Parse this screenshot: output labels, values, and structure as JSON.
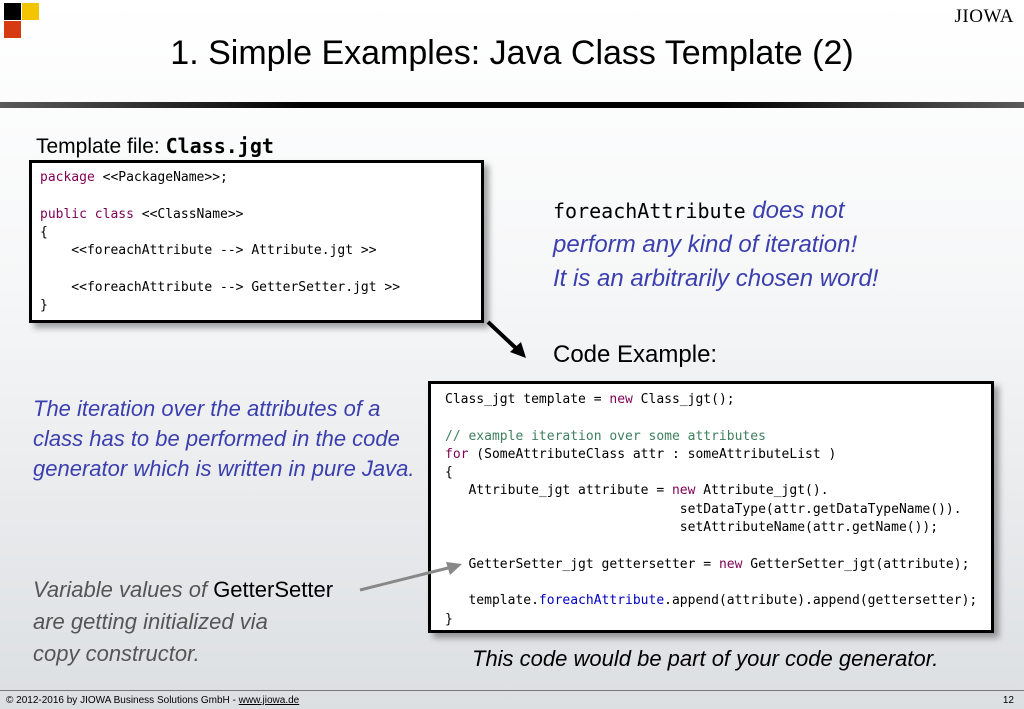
{
  "header": {
    "title": "1. Simple Examples:  Java Class Template (2)",
    "brand": "JIOWA",
    "logo_colors": [
      "#000000",
      "#f2c500",
      "#d63a12"
    ]
  },
  "template_section": {
    "label_prefix": "Template file: ",
    "file_name": "Class.jgt",
    "code_lines": [
      [
        {
          "t": "package",
          "c": "kw"
        },
        {
          "t": " <<PackageName>>;"
        }
      ],
      [
        {
          "t": ""
        }
      ],
      [
        {
          "t": "public class",
          "c": "kw"
        },
        {
          "t": " <<ClassName>>"
        }
      ],
      [
        {
          "t": "{"
        }
      ],
      [
        {
          "t": "    <<foreachAttribute --> Attribute.jgt >>"
        }
      ],
      [
        {
          "t": ""
        }
      ],
      [
        {
          "t": "    <<foreachAttribute --> GetterSetter.jgt >>"
        }
      ],
      [
        {
          "t": "}"
        }
      ]
    ]
  },
  "foreach_note": {
    "keyword": "foreachAttribute",
    "line1_rest": " does not",
    "line2": "perform any kind of iteration!",
    "line3": "It is an arbitrarily chosen word!"
  },
  "code_example": {
    "label": "Code Example:",
    "code_lines": [
      [
        {
          "t": "Class_jgt template = "
        },
        {
          "t": "new",
          "c": "kw"
        },
        {
          "t": " Class_jgt();"
        }
      ],
      [
        {
          "t": ""
        }
      ],
      [
        {
          "t": "// example iteration over some attributes",
          "c": "cm"
        }
      ],
      [
        {
          "t": "for",
          "c": "kw"
        },
        {
          "t": " (SomeAttributeClass attr : someAttributeList )"
        }
      ],
      [
        {
          "t": "{"
        }
      ],
      [
        {
          "t": "   Attribute_jgt attribute = "
        },
        {
          "t": "new",
          "c": "kw"
        },
        {
          "t": " Attribute_jgt()."
        }
      ],
      [
        {
          "t": "                              setDataType(attr.getDataTypeName())."
        }
      ],
      [
        {
          "t": "                              setAttributeName(attr.getName());"
        }
      ],
      [
        {
          "t": ""
        }
      ],
      [
        {
          "t": "   GetterSetter_jgt gettersetter = "
        },
        {
          "t": "new",
          "c": "kw"
        },
        {
          "t": " GetterSetter_jgt(attribute);"
        }
      ],
      [
        {
          "t": ""
        }
      ],
      [
        {
          "t": "   template."
        },
        {
          "t": "foreachAttribute",
          "c": "fn"
        },
        {
          "t": ".append(attribute).append(gettersetter);"
        }
      ],
      [
        {
          "t": "}"
        }
      ]
    ]
  },
  "iteration_note": "The iteration over the attributes of a class has to be performed in the code generator which is written in pure Java.",
  "variable_note": {
    "prefix": "Variable values of ",
    "term": "GetterSetter",
    "line2": "are getting initialized via",
    "line3": "copy constructor."
  },
  "generator_note": "This code would be part of your code generator.",
  "footer": {
    "copyright": "© 2012-2016 by JIOWA Business Solutions GmbH - ",
    "link": "www.jiowa.de",
    "page_number": "12"
  }
}
